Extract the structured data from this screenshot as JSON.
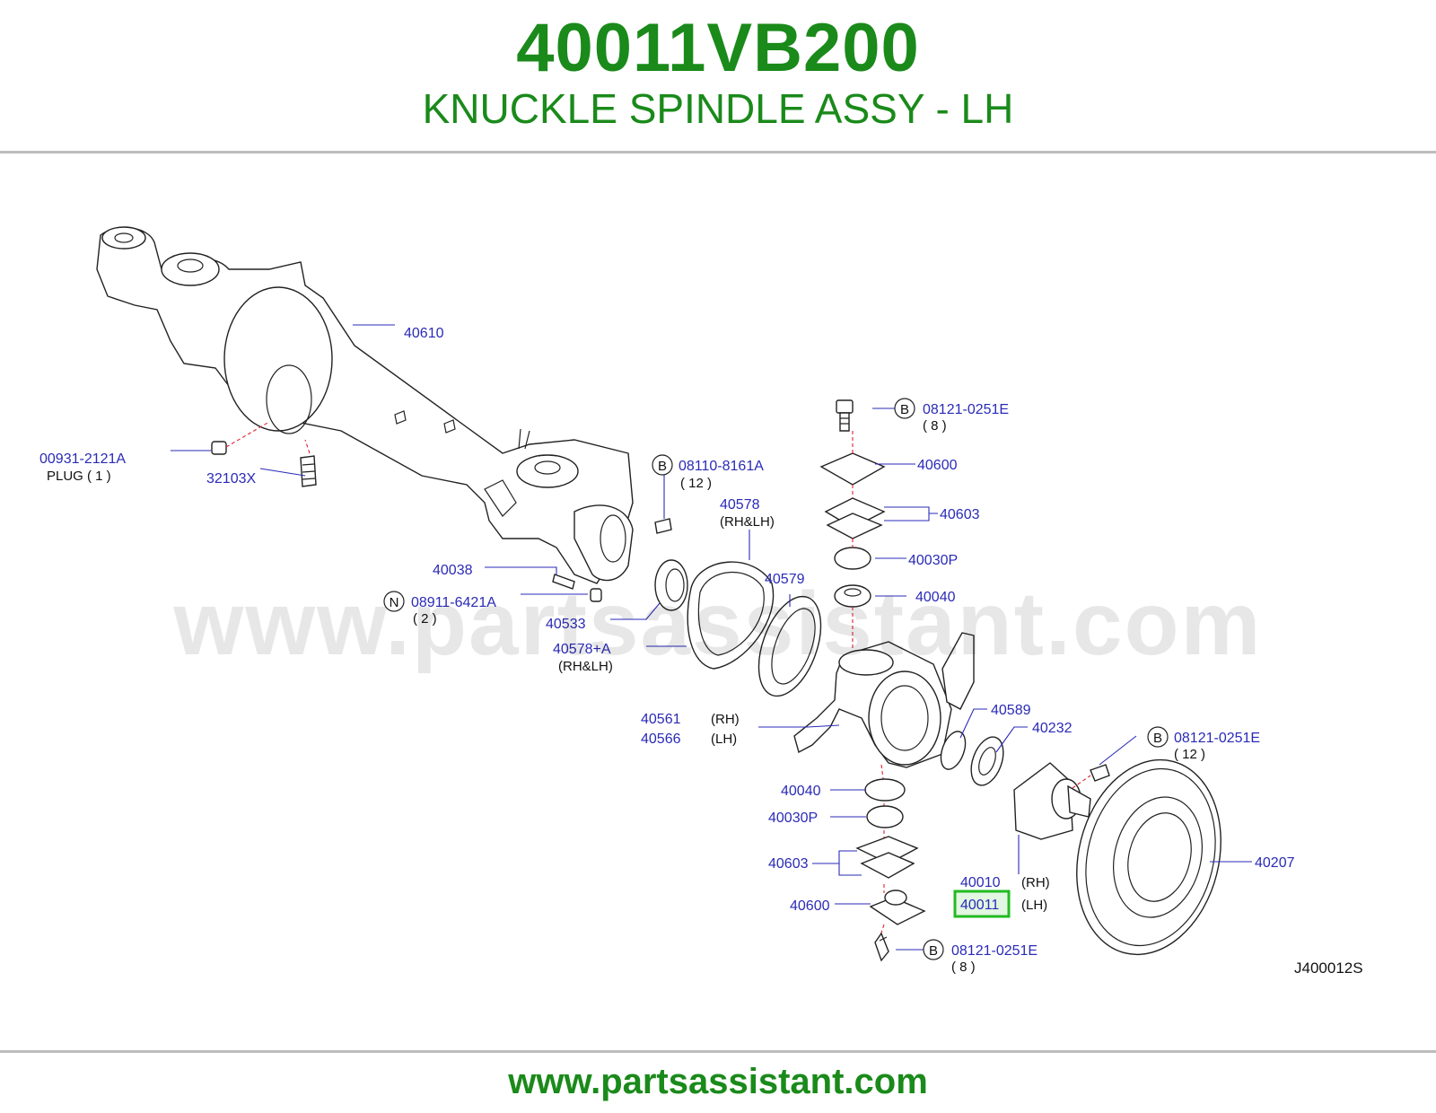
{
  "header": {
    "part_number": "40011VB200",
    "description": "KNUCKLE SPINDLE ASSY - LH"
  },
  "footer": {
    "url": "www.partsassistant.com"
  },
  "watermark": "www.partsassistant.com",
  "diagram_code": "J400012S",
  "highlight_color": "#22bb22",
  "labels": {
    "p40610": "40610",
    "p00931": "00931-2121A",
    "plug": "PLUG ( 1 )",
    "p32103x": "32103X",
    "p08110": "08110-8161A",
    "q12a": "( 12 )",
    "p40578": "40578",
    "rhlh1": "(RH&LH)",
    "p40038": "40038",
    "p08911": "08911-6421A",
    "q2": "( 2 )",
    "p40533": "40533",
    "p40579": "40579",
    "p40578a": "40578+A",
    "rhlh2": "(RH&LH)",
    "p40561": "40561",
    "rh1": "(RH)",
    "p40566": "40566",
    "lh1": "(LH)",
    "p08121a": "08121-0251E",
    "q8a": "( 8 )",
    "p40600a": "40600",
    "p40603a": "40603",
    "p40030pa": "40030P",
    "p40040a": "40040",
    "p40589": "40589",
    "p40232": "40232",
    "p08121b": "08121-0251E",
    "q12b": "( 12 )",
    "p40040b": "40040",
    "p40030pb": "40030P",
    "p40603b": "40603",
    "p40600b": "40600",
    "p40010": "40010",
    "rh2": "(RH)",
    "p40011": "40011",
    "lh2": "(LH)",
    "p40207": "40207",
    "p08121c": "08121-0251E",
    "q8b": "( 8 )",
    "mark_b": "B",
    "mark_n": "N"
  }
}
